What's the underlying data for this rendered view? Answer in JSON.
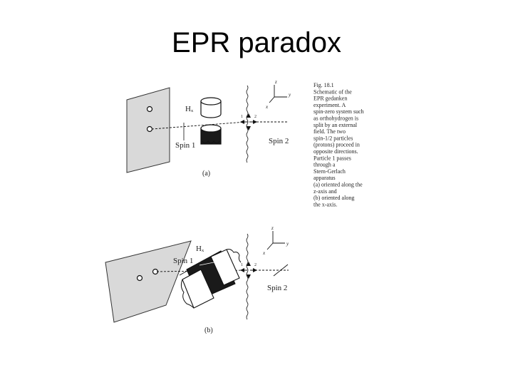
{
  "slide": {
    "title": "EPR paradox"
  },
  "figure": {
    "panel_a": {
      "magnet_label": "Hₓ",
      "spin1_label": "Spin 1",
      "spin2_label": "Spin 2",
      "panel_label": "(a)",
      "axes": {
        "z": "z",
        "y": "y",
        "x": "x"
      },
      "particle_1": "1",
      "particle_2": "2"
    },
    "panel_b": {
      "magnet_label": "Hₓ",
      "spin1_label": "Spin 1",
      "spin2_label": "Spin 2",
      "panel_label": "(b)",
      "axes": {
        "z": "z",
        "y": "y",
        "x": "x"
      },
      "particle_1": "1",
      "particle_2": "2"
    },
    "caption": [
      "Fig. 18.1",
      "Schematic of the",
      "EPR gedanken",
      "experiment. A",
      "spin-zero system such",
      "as orthohydrogen is",
      "split by an external",
      "field. The two",
      "spin-1/2 particles",
      "(protons) proceed in",
      "opposite directions.",
      "Particle 1 passes",
      "through a",
      "Stern-Gerlach",
      "apparatus",
      "(a) oriented along the",
      "z-axis and",
      "(b) oriented along",
      "the x-axis."
    ]
  },
  "colors": {
    "screen": "#d9d9d9",
    "ink": "#111111",
    "magnet_dark": "#1a1a1a"
  }
}
